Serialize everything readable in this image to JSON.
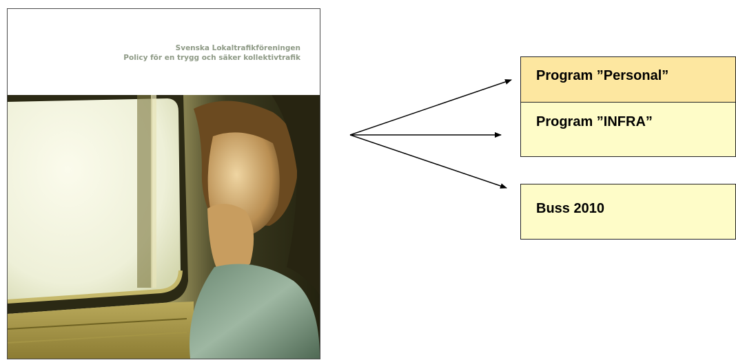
{
  "cover": {
    "organization": "Svenska Lokaltrafikföreningen",
    "subtitle": "Policy för en trygg och säker kollektivtrafik",
    "text_color": "#8e9a86"
  },
  "boxes": [
    {
      "label": "Program ”Personal”",
      "fill": "#fde7a0"
    },
    {
      "label": "Program ”INFRA”",
      "fill": "#fefcc8"
    },
    {
      "label": "Buss 2010",
      "fill": "#fefcc8"
    }
  ]
}
